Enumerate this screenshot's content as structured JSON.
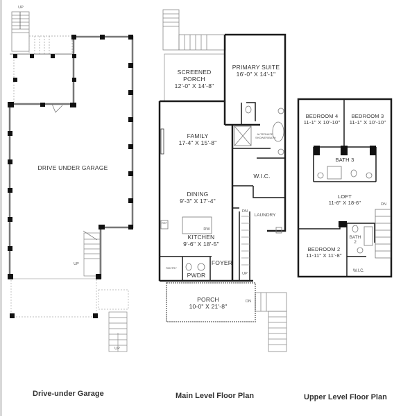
{
  "plans": [
    {
      "id": "garage",
      "caption": "Drive-under Garage",
      "rooms": [
        {
          "name": "DRIVE UNDER GARAGE",
          "dims": ""
        }
      ],
      "stair_labels": {
        "up_top": "UP",
        "up_stair": "UP",
        "up_bottom": "UP"
      }
    },
    {
      "id": "main",
      "caption": "Main Level Floor Plan",
      "rooms": [
        {
          "name": "SCREENED PORCH",
          "dims": "12'-0\" X 14'-8\""
        },
        {
          "name": "PRIMARY SUITE",
          "dims": "16'-0\" X 14'-1\""
        },
        {
          "name": "FAMILY",
          "dims": "17-4\" X 15'-8\""
        },
        {
          "name": "DINING",
          "dims": "9'-3\" X 17'-4\""
        },
        {
          "name": "KITCHEN",
          "dims": "9'-6\" X 18'-5\""
        },
        {
          "name": "W.I.C.",
          "dims": ""
        },
        {
          "name": "LAUNDRY",
          "dims": ""
        },
        {
          "name": "FOYER",
          "dims": ""
        },
        {
          "name": "PWDR",
          "dims": ""
        },
        {
          "name": "PORCH",
          "dims": "10-0\" X 21'-8\""
        }
      ],
      "small_labels": {
        "dw": "DW",
        "ref": "REF",
        "pantry": "PANTRY",
        "bath_note": "ALTERNATE SHOWER/BATH",
        "dn_laundry": "DN",
        "up_foyer": "UP",
        "dn_porch": "DN"
      }
    },
    {
      "id": "upper",
      "caption": "Upper Level Floor Plan",
      "rooms": [
        {
          "name": "BEDROOM 4",
          "dims": "11-1\" X 10'-10\""
        },
        {
          "name": "BEDROOM 3",
          "dims": "11-1\" X 10'-10\""
        },
        {
          "name": "BATH 3",
          "dims": ""
        },
        {
          "name": "LOFT",
          "dims": "11-6\" X 18-6\""
        },
        {
          "name": "BEDROOM 2",
          "dims": "11-11\" X 11'-8\""
        },
        {
          "name": "BATH 2",
          "dims": ""
        },
        {
          "name": "W.I.C.",
          "dims": ""
        }
      ],
      "small_labels": {
        "dn_stair": "DN",
        "bath2_line1": "BATH",
        "bath2_line2": "2"
      }
    }
  ],
  "colors": {
    "wall": "#1a1a1a",
    "wall_light": "#9a9a9a",
    "dashed": "#8a8a8a",
    "post": "#111111",
    "text": "#333333"
  }
}
